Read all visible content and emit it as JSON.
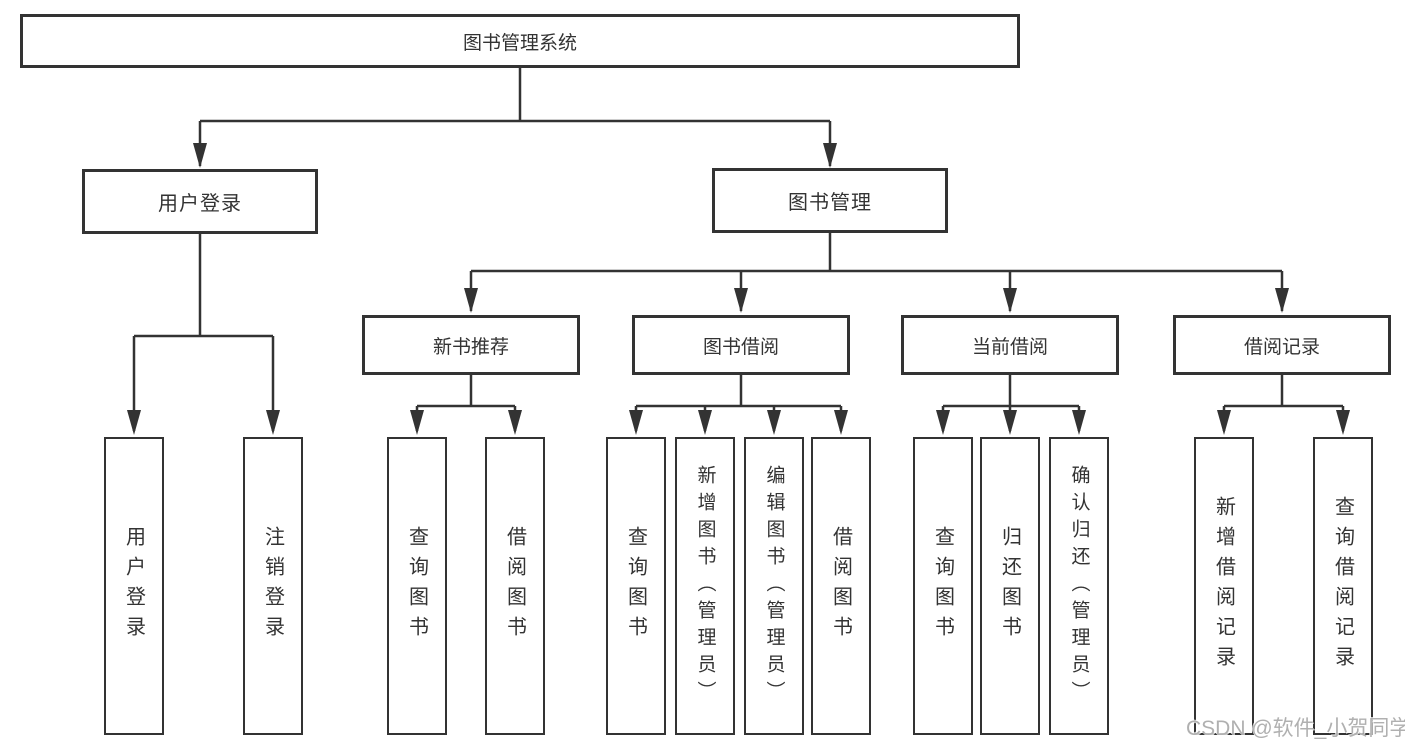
{
  "diagram": {
    "title": "图书管理系统",
    "root": {
      "label": "图书管理系统"
    },
    "level2": [
      {
        "label": "用户登录",
        "parent": "图书管理系统"
      },
      {
        "label": "图书管理",
        "parent": "图书管理系统"
      }
    ],
    "level3": [
      {
        "label": "新书推荐",
        "parent": "图书管理"
      },
      {
        "label": "图书借阅",
        "parent": "图书管理"
      },
      {
        "label": "当前借阅",
        "parent": "图书管理"
      },
      {
        "label": "借阅记录",
        "parent": "图书管理"
      }
    ],
    "leaves": [
      {
        "label": "用户登录",
        "parent": "用户登录"
      },
      {
        "label": "注销登录",
        "parent": "用户登录"
      },
      {
        "label": "查询图书",
        "parent": "新书推荐"
      },
      {
        "label": "借阅图书",
        "parent": "新书推荐"
      },
      {
        "label": "查询图书",
        "parent": "图书借阅"
      },
      {
        "label": "新增图书（管理员）",
        "parent": "图书借阅"
      },
      {
        "label": "编辑图书（管理员）",
        "parent": "图书借阅"
      },
      {
        "label": "借阅图书",
        "parent": "图书借阅"
      },
      {
        "label": "查询图书",
        "parent": "当前借阅"
      },
      {
        "label": "归还图书",
        "parent": "当前借阅"
      },
      {
        "label": "确认归还（管理员）",
        "parent": "当前借阅"
      },
      {
        "label": "新增借阅记录",
        "parent": "借阅记录"
      },
      {
        "label": "查询借阅记录",
        "parent": "借阅记录"
      }
    ]
  },
  "watermark": {
    "text": "CSDN @软件_小贺同学"
  },
  "colors": {
    "line": "#333333",
    "text": "#333333",
    "background": "#ffffff",
    "watermark": "#b0b0b0"
  }
}
